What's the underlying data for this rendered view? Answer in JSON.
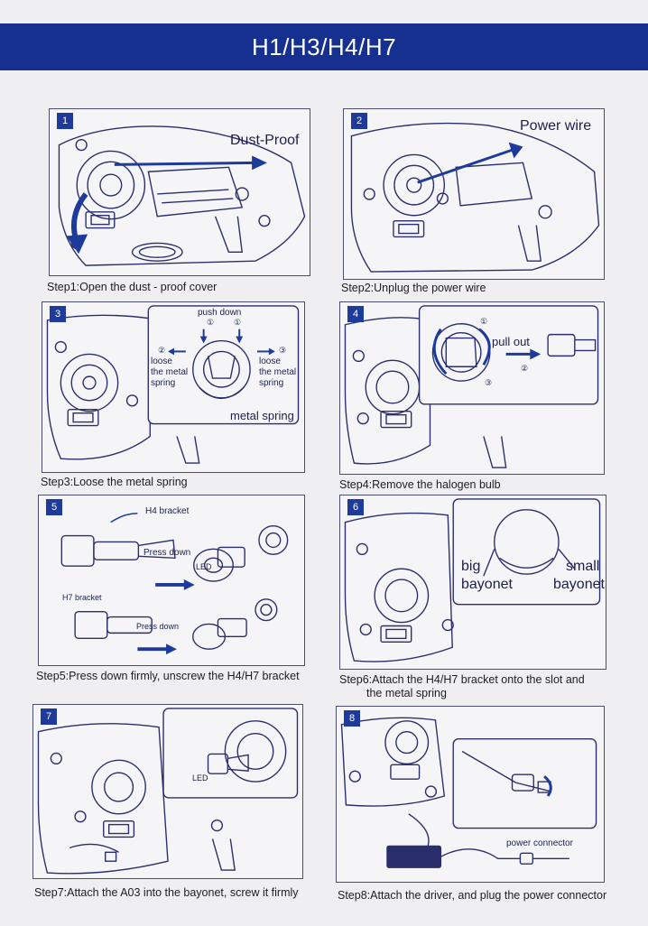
{
  "header": {
    "title": "H1/H3/H4/H7"
  },
  "colors": {
    "banner": "#16308f",
    "accent": "#1e3a9a",
    "line": "#2a2f6b"
  },
  "steps": [
    {
      "number": "1",
      "caption": "Step1:Open the dust - proof cover",
      "labels": {
        "dust_proof": "Dust-Proof"
      }
    },
    {
      "number": "2",
      "caption": "Step2:Unplug the power wire",
      "labels": {
        "power_wire": "Power wire"
      }
    },
    {
      "number": "3",
      "caption": "Step3:Loose the metal spring",
      "labels": {
        "push_down": "push down",
        "loose_left": "loose",
        "metal_left": "the metal",
        "spring_left": "spring",
        "loose_right": "loose",
        "metal_right": "the metal",
        "spring_right": "spring",
        "metal_spring": "metal spring",
        "n1a": "①",
        "n1b": "①",
        "n2": "②",
        "n3": "③"
      }
    },
    {
      "number": "4",
      "caption": "Step4:Remove the halogen bulb",
      "labels": {
        "pull_out": "pull out",
        "n1a": "①",
        "n2": "②",
        "n3": "③"
      }
    },
    {
      "number": "5",
      "caption": "Step5:Press down firmly, unscrew the H4/H7 bracket",
      "labels": {
        "h4_bracket": "H4 bracket",
        "press_down_1": "Press down",
        "led": "LED",
        "h7_bracket": "H7 bracket",
        "press_down_2": "Press down"
      }
    },
    {
      "number": "6",
      "caption_line1": "Step6:Attach the H4/H7 bracket onto the slot and",
      "caption_line2": "the metal spring",
      "labels": {
        "big": "big",
        "bayonet_left": "bayonet",
        "small": "small",
        "bayonet_right": "bayonet"
      }
    },
    {
      "number": "7",
      "caption": "Step7:Attach the A03 into the bayonet, screw it firmly",
      "labels": {
        "led": "LED"
      }
    },
    {
      "number": "8",
      "caption": "Step8:Attach the driver, and plug the power connector",
      "labels": {
        "power_connector": "power connector"
      }
    }
  ]
}
